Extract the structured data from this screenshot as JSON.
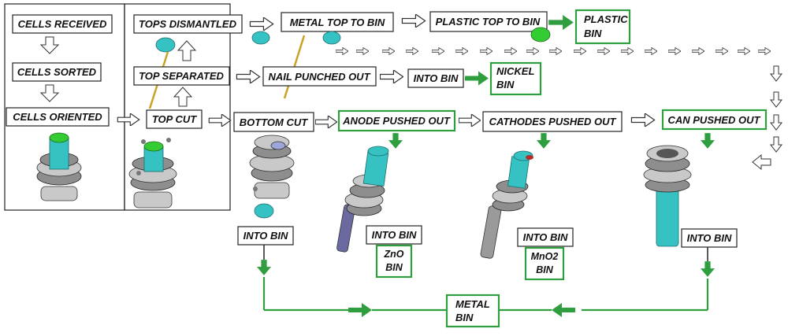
{
  "steps": {
    "cells_received": "CELLS RECEIVED",
    "cells_sorted": "CELLS SORTED",
    "cells_oriented": "CELLS ORIENTED",
    "tops_dismantled": "TOPS DISMANTLED",
    "top_separated": "TOP SEPARATED",
    "top_cut": "TOP CUT",
    "metal_top_to_bin": "METAL TOP TO BIN",
    "plastic_top_to_bin": "PLASTIC TOP TO BIN",
    "nail_punched_out": "NAIL PUNCHED OUT",
    "into_bin_nail": "INTO BIN",
    "bottom_cut": "BOTTOM CUT",
    "anode_pushed_out": "ANODE PUSHED OUT",
    "cathodes_pushed_out": "CATHODES PUSHED OUT",
    "can_pushed_out": "CAN PUSHED OUT",
    "into_bin_bottom": "INTO BIN",
    "into_bin_anode": "INTO BIN",
    "into_bin_cathode": "INTO BIN",
    "into_bin_can": "INTO BIN"
  },
  "bins": {
    "plastic": [
      "PLASTIC",
      "BIN"
    ],
    "nickel": [
      "NICKEL",
      "BIN"
    ],
    "zno": [
      "ZnO",
      "BIN"
    ],
    "mno2": [
      "MnO2",
      "BIN"
    ],
    "metal": [
      "METAL",
      "BIN"
    ]
  },
  "colors": {
    "flow_green": "#2e9e3e",
    "part_teal": "#36c2c2",
    "rod_gold": "#c9a227",
    "anode_rod": "#6a6aa0",
    "cathode_rod": "#9a9a9a"
  }
}
